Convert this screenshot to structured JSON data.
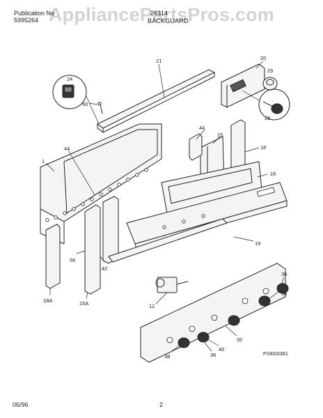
{
  "header": {
    "publication_label": "Publication No",
    "publication_number": "5995264",
    "model": "26314",
    "section_title": "BACKGUARD"
  },
  "watermark": "AppliancePartsPros.com",
  "footer": {
    "date": "06/96",
    "page": "2"
  },
  "diagram_code": "P24G0081",
  "callouts": {
    "c21": "21",
    "c20": "20",
    "c24": "24",
    "c29": "29",
    "c60": "60",
    "c28": "28",
    "c44a": "44",
    "c15": "15",
    "c18": "18",
    "c44b": "44",
    "c1": "1",
    "c16": "16",
    "c56": "56",
    "c42": "42",
    "c19": "19",
    "c36a": "36",
    "c18a": "18A",
    "c15a": "15A",
    "c12": "12",
    "c36b": "36",
    "c32": "32",
    "c40": "40",
    "c38": "38",
    "c36c": "36"
  }
}
